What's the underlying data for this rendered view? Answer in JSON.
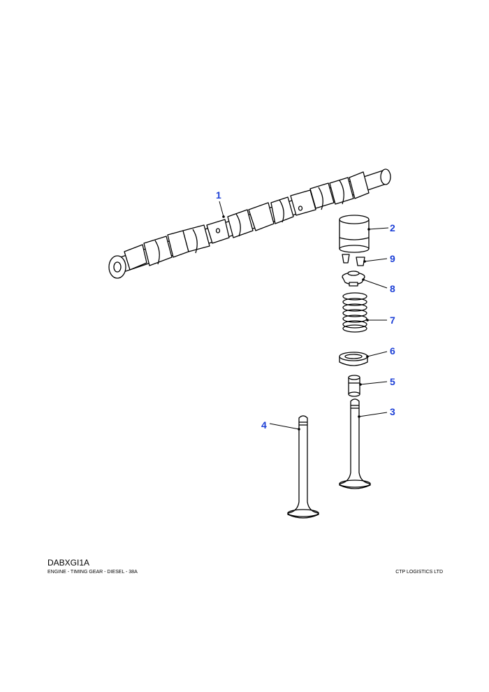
{
  "diagram": {
    "code": "DABXGI1A",
    "caption": "ENGINE - TIMING GEAR - DIESEL - 38A",
    "publisher": "CTP LOGISTICS LTD"
  },
  "callouts": [
    {
      "id": "camshaft",
      "label": "1"
    },
    {
      "id": "tappet",
      "label": "2"
    },
    {
      "id": "valve-inlet",
      "label": "3"
    },
    {
      "id": "valve-exhaust",
      "label": "4"
    },
    {
      "id": "valve-guide",
      "label": "5"
    },
    {
      "id": "spring-seat",
      "label": "6"
    },
    {
      "id": "valve-spring",
      "label": "7"
    },
    {
      "id": "spring-cap",
      "label": "8"
    },
    {
      "id": "collets",
      "label": "9"
    }
  ],
  "colors": {
    "callout": "#1c3fd6",
    "line": "#000000"
  }
}
